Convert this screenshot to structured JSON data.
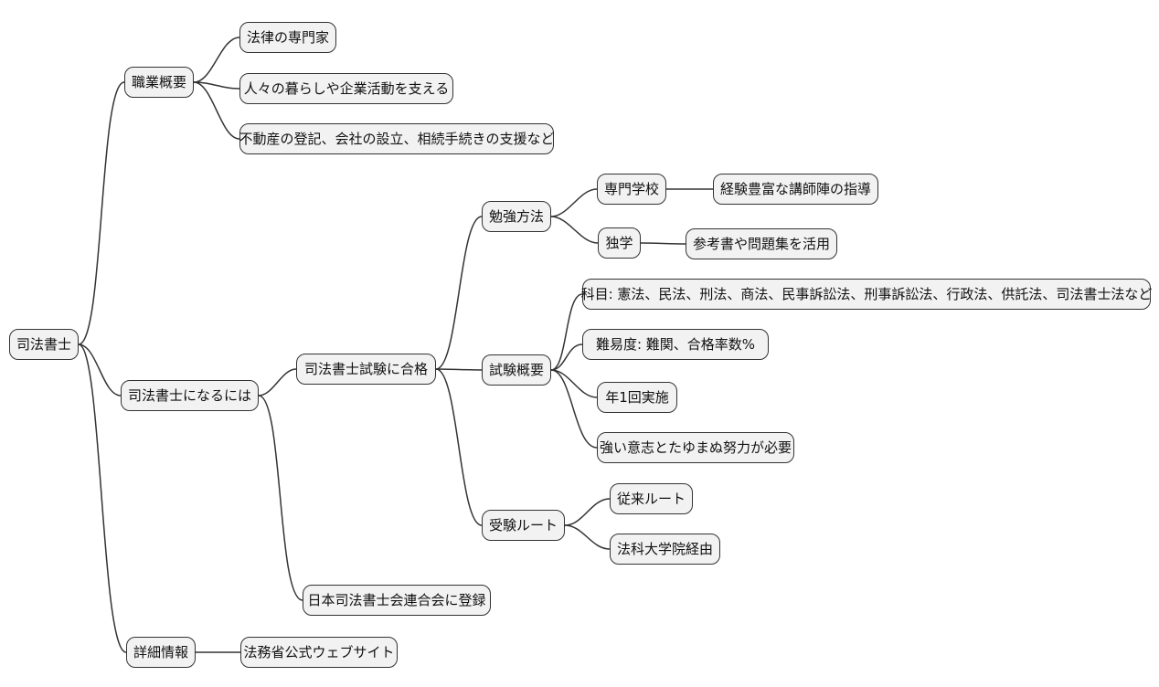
{
  "diagram": {
    "type": "mindmap",
    "colors": {
      "background": "#ffffff",
      "node_fill": "#f2f2f2",
      "node_border": "#333333",
      "edge": "#333333",
      "text": "#111111"
    },
    "mindmap": {
      "root": {
        "label": "司法書士"
      },
      "branches": [
        {
          "label": "職業概要",
          "children": [
            {
              "label": "法律の専門家"
            },
            {
              "label": "人々の暮らしや企業活動を支える"
            },
            {
              "label": "不動産の登記、会社の設立、相続手続きの支援など"
            }
          ]
        },
        {
          "label": "司法書士になるには",
          "children": [
            {
              "label": "司法書士試験に合格",
              "children": [
                {
                  "label": "勉強方法",
                  "children": [
                    {
                      "label": "専門学校",
                      "children": [
                        {
                          "label": "経験豊富な講師陣の指導"
                        }
                      ]
                    },
                    {
                      "label": "独学",
                      "children": [
                        {
                          "label": "参考書や問題集を活用"
                        }
                      ]
                    }
                  ]
                },
                {
                  "label": "試験概要",
                  "children": [
                    {
                      "label": "科目: 憲法、民法、刑法、商法、民事訴訟法、刑事訴訟法、行政法、供託法、司法書士法など"
                    },
                    {
                      "label": "難易度: 難関、合格率数%"
                    },
                    {
                      "label": "年1回実施"
                    },
                    {
                      "label": "強い意志とたゆまぬ努力が必要"
                    }
                  ]
                },
                {
                  "label": "受験ルート",
                  "children": [
                    {
                      "label": "従来ルート"
                    },
                    {
                      "label": "法科大学院経由"
                    }
                  ]
                }
              ]
            },
            {
              "label": "日本司法書士会連合会に登録"
            }
          ]
        },
        {
          "label": "詳細情報",
          "children": [
            {
              "label": "法務省公式ウェブサイト"
            }
          ]
        }
      ]
    }
  }
}
